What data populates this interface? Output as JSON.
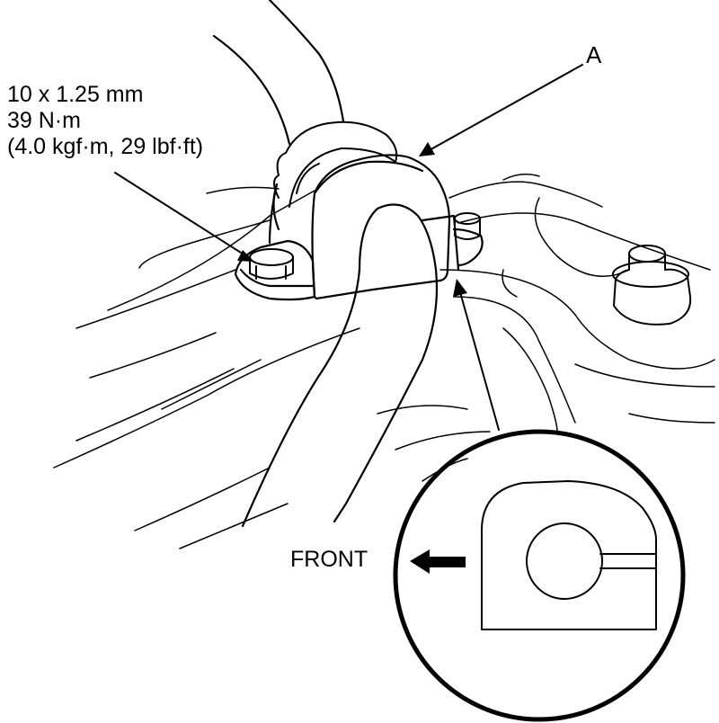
{
  "callouts": {
    "bolt_spec": {
      "thread": "10 x 1.25 mm",
      "torque_nm": "39 N·m",
      "torque_alt": "(4.0 kgf·m, 29 lbf·ft)"
    },
    "part_label": "A",
    "direction_label": "FRONT"
  },
  "colors": {
    "line": "#000000",
    "background": "#ffffff"
  }
}
